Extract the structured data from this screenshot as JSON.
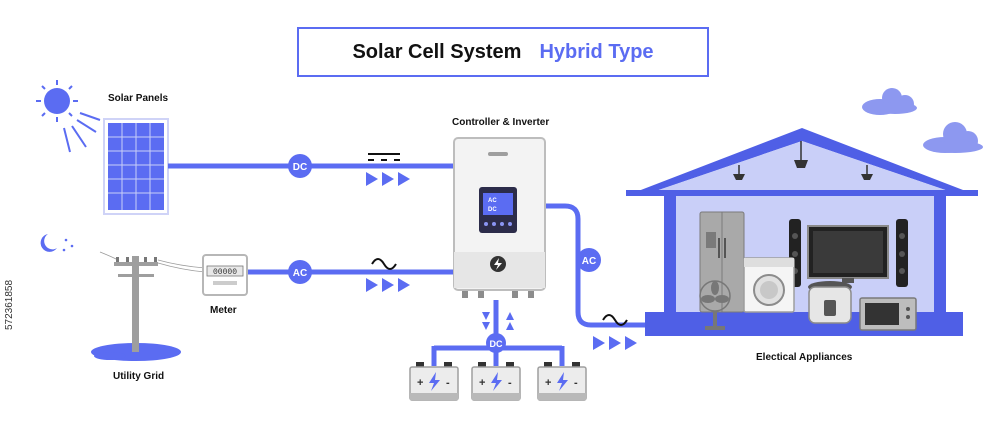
{
  "title": {
    "main": "Solar Cell System",
    "sub": "Hybrid Type"
  },
  "labels": {
    "solar_panels": "Solar Panels",
    "controller": "Controller & Inverter",
    "meter": "Meter",
    "utility_grid": "Utility Grid",
    "appliances": "Electical Appliances"
  },
  "badges": {
    "dc": "DC",
    "ac": "AC"
  },
  "meter_digits": "00000",
  "inverter_display": {
    "line1": "AC",
    "line2": "DC"
  },
  "stock_id": "572361858",
  "colors": {
    "accent": "#5b6cf2",
    "dark_accent": "#3844c8",
    "light_accent": "#c9cff8",
    "house": "#4f5fe6"
  },
  "icons": [
    "sun-icon",
    "moon-icon",
    "bolt-icon",
    "battery-icon",
    "dc-line-icon",
    "ac-wave-icon",
    "cloud-icon",
    "lamp-icon"
  ]
}
